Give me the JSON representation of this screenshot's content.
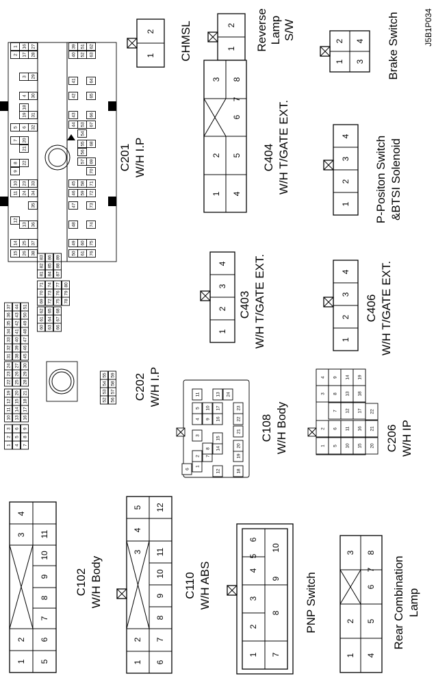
{
  "figure_code": "J5B1P034",
  "labels": {
    "chmsl": [
      "CHMSL"
    ],
    "reverse": [
      "Reverse",
      "Lamp",
      "S/W"
    ],
    "brake": [
      "Brake Switch"
    ],
    "c201": [
      "C201",
      "W/H I.P"
    ],
    "c404": [
      "C404",
      "W/H T/GATE EXT."
    ],
    "pposition": [
      "P-Positon Switch",
      "&BTSI Solenoid"
    ],
    "c202": [
      "C202",
      "W/H I.P"
    ],
    "c403": [
      "C403",
      "W/H T/GATE  EXT."
    ],
    "c406": [
      "C406",
      "W/H T/GATE EXT."
    ],
    "c108": [
      "C108",
      "W/H Body"
    ],
    "c206": [
      "C206",
      "W/H IP"
    ],
    "c102": [
      "C102",
      "W/H Body"
    ],
    "c110": [
      "C110",
      "W/H ABS"
    ],
    "pnp": [
      "PNP Switch"
    ],
    "rear": [
      "Rear Combination",
      "Lamp"
    ]
  },
  "connectors": {
    "chmsl": [
      "1",
      "2"
    ],
    "reverse": [
      "1",
      "2"
    ],
    "brake": [
      "1",
      "2",
      "3",
      "4"
    ],
    "c404": [
      "1",
      "2",
      "3",
      "4",
      "5",
      "6",
      "7",
      "8"
    ],
    "pposition": [
      "1",
      "2",
      "3",
      "4"
    ],
    "c403": [
      "1",
      "2",
      "3",
      "4"
    ],
    "c406": [
      "1",
      "2",
      "3",
      "4"
    ],
    "c102": [
      "1",
      "2",
      "3",
      "4",
      "5",
      "6",
      "7",
      "8",
      "9",
      "10",
      "11"
    ],
    "c110": [
      "1",
      "2",
      "3",
      "4",
      "5",
      "6",
      "7",
      "8",
      "9",
      "10",
      "11",
      "12"
    ],
    "pnp": [
      "1",
      "2",
      "3",
      "4",
      "5",
      "6",
      "7",
      "8",
      "9",
      "10"
    ],
    "rear": [
      "1",
      "2",
      "3",
      "4",
      "5",
      "6",
      "7",
      "8"
    ],
    "c206": [
      "1",
      "2",
      "3",
      "4",
      "5",
      "6",
      "7",
      "8",
      "9",
      "10",
      "11",
      "12",
      "13",
      "14",
      "15",
      "16",
      "17",
      "18",
      "19",
      "20",
      "21",
      "22"
    ],
    "c108": [
      "1",
      "2",
      "3",
      "4",
      "5",
      "6",
      "7",
      "8",
      "9",
      "10",
      "11",
      "12",
      "13",
      "14",
      "15",
      "16",
      "17",
      "18",
      "19",
      "20",
      "21",
      "22",
      "23",
      "24"
    ],
    "c201": [
      "1",
      "2",
      "3",
      "4",
      "5",
      "6",
      "7",
      "8",
      "9",
      "10",
      "11",
      "12",
      "13",
      "14",
      "15",
      "16",
      "17",
      "18",
      "19",
      "20",
      "21",
      "22",
      "23",
      "24",
      "25",
      "26",
      "27",
      "28",
      "29",
      "30",
      "31",
      "32",
      "33",
      "34",
      "35",
      "36",
      "37",
      "38",
      "39",
      "40",
      "41",
      "42",
      "43",
      "44",
      "45",
      "46",
      "47",
      "48",
      "49",
      "50",
      "51",
      "52",
      "53",
      "54",
      "55",
      "56",
      "57",
      "58",
      "59",
      "60",
      "61",
      "62",
      "63",
      "64",
      "65",
      "66",
      "67",
      "68",
      "69",
      "70",
      "71",
      "72",
      "73",
      "74",
      "75",
      "76"
    ],
    "c202": [
      "1",
      "2",
      "3",
      "4",
      "5",
      "6",
      "7",
      "8",
      "9",
      "10",
      "11",
      "12",
      "13",
      "14",
      "15",
      "16",
      "17",
      "18",
      "19",
      "20",
      "21",
      "22",
      "23",
      "24",
      "25",
      "26",
      "27",
      "28",
      "29",
      "30",
      "31",
      "32",
      "33",
      "34",
      "35",
      "36",
      "37",
      "38",
      "39",
      "40",
      "41",
      "42",
      "43",
      "44",
      "45",
      "46",
      "47",
      "48",
      "49",
      "50",
      "51",
      "52",
      "53",
      "54",
      "55",
      "56",
      "57",
      "58",
      "59",
      "60",
      "61",
      "62",
      "63",
      "64",
      "65",
      "66",
      "67",
      "68",
      "69",
      "70",
      "71",
      "72",
      "73",
      "74",
      "75",
      "76",
      "77",
      "78",
      "79",
      "80",
      "81",
      "82",
      "83",
      "84",
      "85",
      "86",
      "87",
      "88",
      "89"
    ]
  }
}
